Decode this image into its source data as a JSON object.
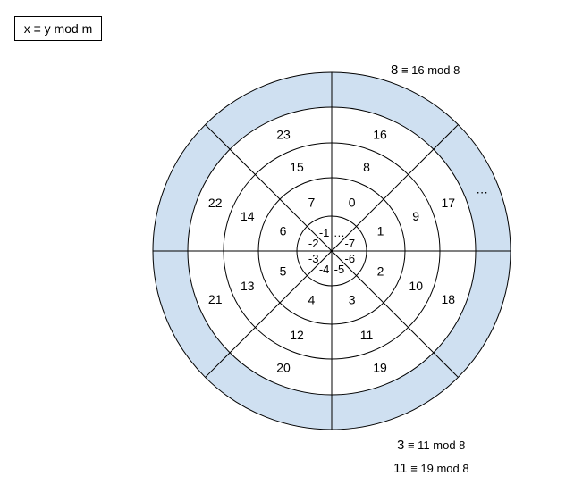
{
  "title": "x ≡ y mod m",
  "notes": [
    {
      "lhs": "8",
      "rest": " ≡ 16 mod 8"
    },
    {
      "lhs": "3",
      "rest": " ≡ 11 mod 8"
    },
    {
      "lhs": "11",
      "rest": " ≡ 19 mod 8"
    }
  ],
  "colors": {
    "ring_fill": "#cfe0f1",
    "inner_fill": "#ffffff",
    "stroke": "#000000"
  },
  "rings": [
    {
      "name": "ring-4",
      "labels": [
        "-1",
        "-2",
        "-3",
        "-4",
        "-5",
        "-6",
        "-7",
        "…"
      ]
    },
    {
      "name": "ring-3",
      "labels": [
        "7",
        "6",
        "5",
        "4",
        "3",
        "2",
        "1",
        "0"
      ]
    },
    {
      "name": "ring-2",
      "labels": [
        "15",
        "14",
        "13",
        "12",
        "11",
        "10",
        "9",
        "8"
      ]
    },
    {
      "name": "ring-1",
      "labels": [
        "23",
        "22",
        "21",
        "20",
        "19",
        "18",
        "17",
        "16"
      ]
    },
    {
      "name": "ring-outer",
      "labels": [
        "",
        "",
        "",
        "",
        "",
        "",
        "…",
        ""
      ]
    }
  ]
}
